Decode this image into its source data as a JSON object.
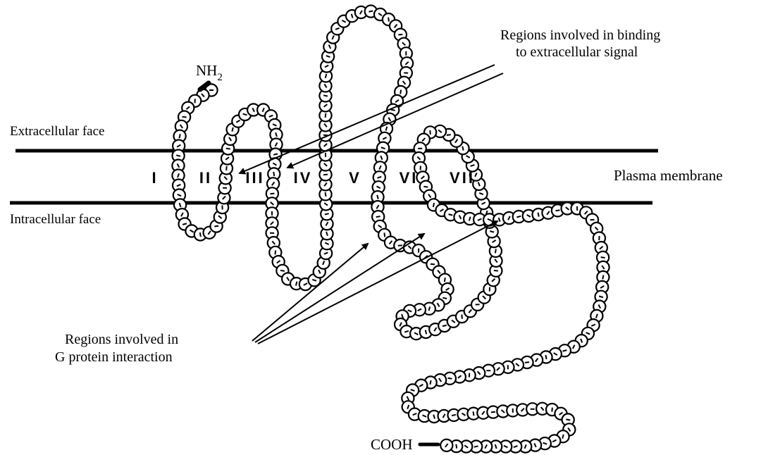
{
  "labels": {
    "extracellular": "Extracellular face",
    "intracellular": "Intracellular face",
    "plasma_membrane": "Plasma membrane",
    "nh2_main": "NH",
    "nh2_sub": "2",
    "cooh": "COOH",
    "binding_line1": "Regions involved in binding",
    "binding_line2": "to extracellular signal",
    "gprotein_line1": "Regions involved in",
    "gprotein_line2": "G protein interaction"
  },
  "helices": [
    "I",
    "II",
    "III",
    "IV",
    "V",
    "VI",
    "VII"
  ],
  "colors": {
    "ink": "#000000",
    "background": "#ffffff"
  }
}
